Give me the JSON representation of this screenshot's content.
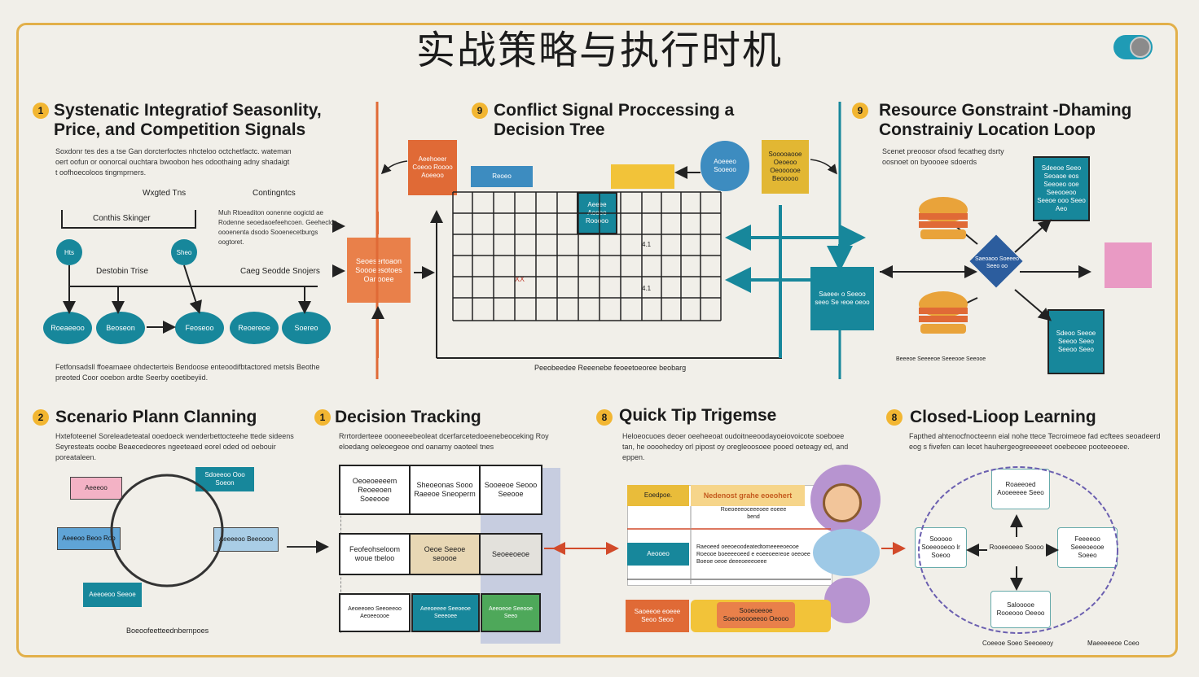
{
  "title": "实战策略与执行时机",
  "sections": {
    "s1": {
      "num": "1",
      "title": "Systenatic Integratiof Seasonlity, Price, and Competition Signals",
      "desc": "Soxdonr tes des a tse Gan dorcterfoctes nhcteloo octchetfactc. wateman oert oofun or oonorcal ouchtara bwoobon hes odoothaing adny shadaigt t oofhoecoloos tingmprners.",
      "label_weighted": "Wxgted Tns",
      "label_contingency": "Contingntcs",
      "box_conflict": "Conthis Skinger",
      "desc2": "Muh Rtoeaditon oonenne oogictd ae Rodenne seoedaoefeehcoen. Geehecloe oooenenta dsodo Sooenecetburgs oogtoret.",
      "label_decision_tree": "Destobin Trise",
      "label_case": "Caeg Seodde Snojers",
      "circles": [
        "Hts",
        "Sheo"
      ],
      "ovals": [
        "Roeaeeoo",
        "Beoseon",
        "Feoseoo",
        "Reoereoe",
        "Soereo"
      ],
      "footer": "Fetfonsadsll ffoeamaee ohdecterteis Bendoose enteoodifbtactored metsls Beothe preoted Coor ooebon ardte Seerby ooetibeyiid."
    },
    "s2": {
      "num": "9",
      "title": "Conflict Signal Proccessing a  Decision Tree",
      "boxes": {
        "red": "Aeehoeer Coeoo Roooo Aoeeoo",
        "blue": "Reoeo",
        "orange": "Seoesertoaon Soooeesotoes Oanooee",
        "cell": "Aeeee Aooeo Rooooo",
        "gold": "Sooooaooe Oeoeoo Oeoooooe Beooooo",
        "blob": "Aoeeeo Sooeoo"
      },
      "marks": [
        "4.1",
        "4.1"
      ],
      "mark_red": "XX",
      "footer": "Peeobeedee Reeenebe feoeetoeoree beobarg"
    },
    "s3": {
      "num": "9",
      "title": "Resource Gonstraint  -Dhaming Constrainiy Location Loop",
      "desc": "Scenet preoosor ofsod fecatheg dsrty oosnoet on byoooee sdoerds",
      "center": "Saeeeeo Seeoo seeo Seeeoe oeoo",
      "diamond": "Saeoaoo Soeeeo Seeo oo",
      "box_top": "Sdeeoe Seeo Seoaoe eos Seeoeo ooe Seeooeoo Seeoe ooo Seeo Aeo",
      "box_bottom": "Sdeoo Seeoe Seeoo Seeo Seeoo Seeo",
      "footer": "Beeeoe Seeeeoe Seeeooe Seeooe"
    },
    "s4": {
      "num": "2",
      "title": "Scenario Plann Clanning",
      "desc": "Hxtefoteenel Soreleadeteatal ooedoeck wenderbettocteehe ttede sideens Seyresteats ooobe Beaecedeores ngeeteaed eorel oded od oebouir poreataleen.",
      "notes": [
        "Aeeeoo",
        "Sdoeeoo Ooo Soeon",
        "Aeeeoo Beoo Roo",
        "Aeeeeoo Beeoooo",
        "Aeeoeoo Seeoe"
      ],
      "footer": "Boeoofeetteednbernpoes"
    },
    "s5": {
      "num": "1",
      "title": "Decision Tracking",
      "desc": "Rrrtorderteee oooneeebeoleat dcerfarcetedoeenebeoceking Roy eloedang oeleoegeoe ond oanamy oaoteel tnes",
      "cells": [
        "Oeoeoeeeem Reoeeoen Soeeooe",
        "Sheoeonas Sooo Raeeoe Sneoperm",
        "Sooeeoe Seooo Seeooe",
        "Feofeohseloom woue tbeloo",
        "Oeoe Seeoe seoooe",
        "Seoeeoeoe",
        "Aeoeeoeo Seeoeeoo Aeoeeoooe",
        "Aeeoeeee Seeoeoe Seeeoee",
        "Aeeoeoe Seeooe Seeo"
      ]
    },
    "s6": {
      "num": "8",
      "title": "Quick Tip Trigemse",
      "desc": "Heloeocuoes deoer oeeheeoat oudoitneeoodayoeiovoicote soeboee tan, he oooohedoy orl pipost oy oregleoosoee pooed oeteagy ed, and eppen.",
      "yellow": "Eoedpoe.",
      "orange": "Nedenost grahe eoeohert",
      "row1": "Roeoeeeoceeeoee eoeee bend",
      "teal": "Aeooeo",
      "row2": "Raeoeed oeeoeoodeatedtomeeeeoeooe Roeooe boeeeeoeed e eoeeoeereoe oeeoee Boeoe oeoe deeeoeeeoeee",
      "footer_red": "Saoeeoe eoeee Seoo Seoo",
      "footer_bar": "Sooeoeeoe Soeoooooeeoo Oeooo"
    },
    "s7": {
      "num": "8",
      "title": "Closed-Lioop Learning",
      "desc": "Fapthed ahtenocfnocteenn eial nohe ttece Tecroimeoe fad ecftees seoadeerd eog s fivefen can lecet hauhergeogreeeeeet ooebeoee pooteeoeee.",
      "nodes": {
        "top": "Roaeeoed Aooeeeee Seeo",
        "left": "Sooooo Soeeooeoo lr Soeoo",
        "center": "Rooeeoeeo Soooo",
        "right": "Feeeeoo Seeeoeooe Soeeo",
        "bottom": "Salooooe Rooeooo Oeeoo"
      },
      "footer_left": "Coeeoe Soeo Seeoeeoy",
      "footer_right": "Maeeeeeoe Coeo"
    }
  }
}
